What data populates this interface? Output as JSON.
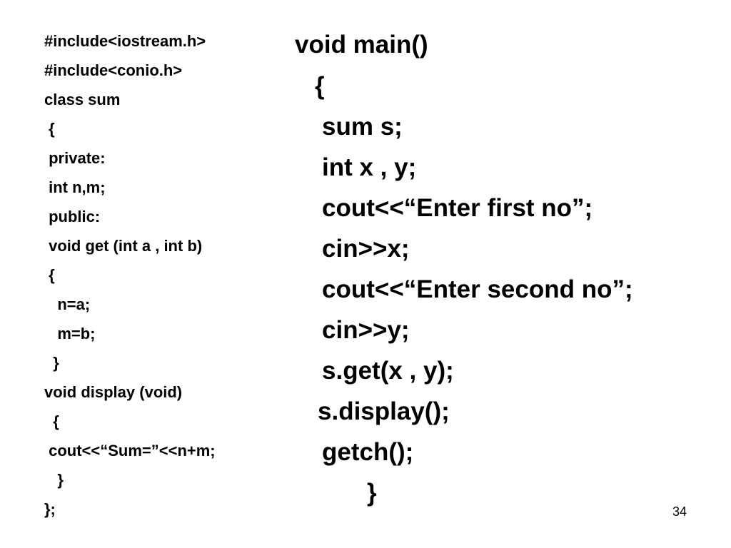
{
  "left_code": [
    "#include<iostream.h>",
    "#include<conio.h>",
    "class sum",
    " {",
    " private:",
    " int n,m;",
    " public:",
    " void get (int a , int b)",
    " {",
    "   n=a;",
    "   m=b;",
    "  }",
    "void display (void)",
    "  {",
    " cout<<“Sum=”<<n+m;",
    "   }",
    "};"
  ],
  "right_code": [
    "void main()",
    "{",
    "sum s;",
    "int x , y;",
    "cout<<“Enter first no”;",
    "cin>>x;",
    "cout<<“Enter second no”;",
    "cin>>y;",
    "s.get(x , y);",
    "s.display();",
    "getch();",
    "}"
  ],
  "slide_number": "34"
}
